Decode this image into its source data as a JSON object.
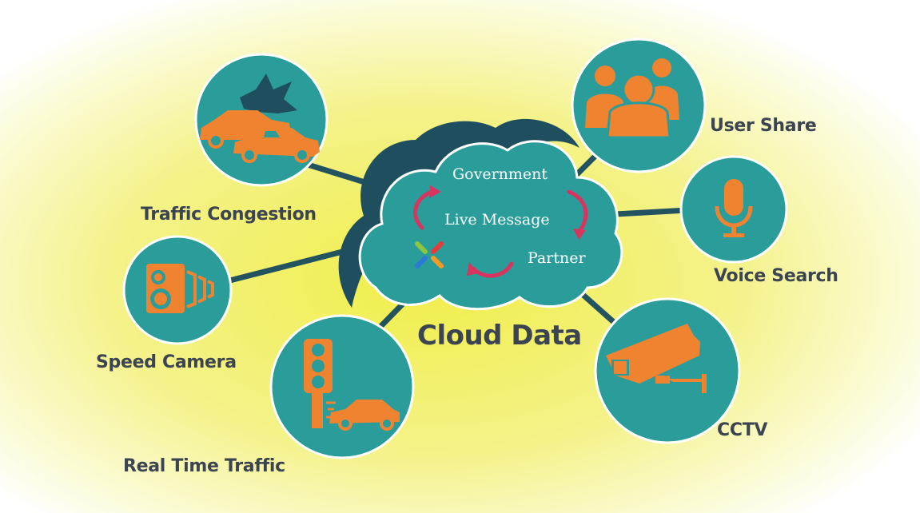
{
  "colors": {
    "circle_fill": "#2a9d9b",
    "connector": "#22535f",
    "icon_orange": "#f08330",
    "cloud_dark": "#1f4f5f",
    "arrow_pink": "#d7345f",
    "label_text": "#3b4450",
    "glow": "#f0ee55"
  },
  "hub": {
    "title": "Cloud Data",
    "items": [
      "Government",
      "Live Message",
      "Partner"
    ],
    "logo_icon": "colored-x-logo-icon"
  },
  "nodes": {
    "traffic_congestion": {
      "label": "Traffic Congestion",
      "icon": "car-crash-icon"
    },
    "speed_camera": {
      "label": "Speed Camera",
      "icon": "speed-camera-icon"
    },
    "real_time_traffic": {
      "label": "Real Time Traffic",
      "icon": "traffic-light-car-icon"
    },
    "user_share": {
      "label": "User Share",
      "icon": "user-group-icon"
    },
    "voice_search": {
      "label": "Voice Search",
      "icon": "microphone-icon"
    },
    "cctv": {
      "label": "CCTV",
      "icon": "security-camera-icon"
    }
  }
}
